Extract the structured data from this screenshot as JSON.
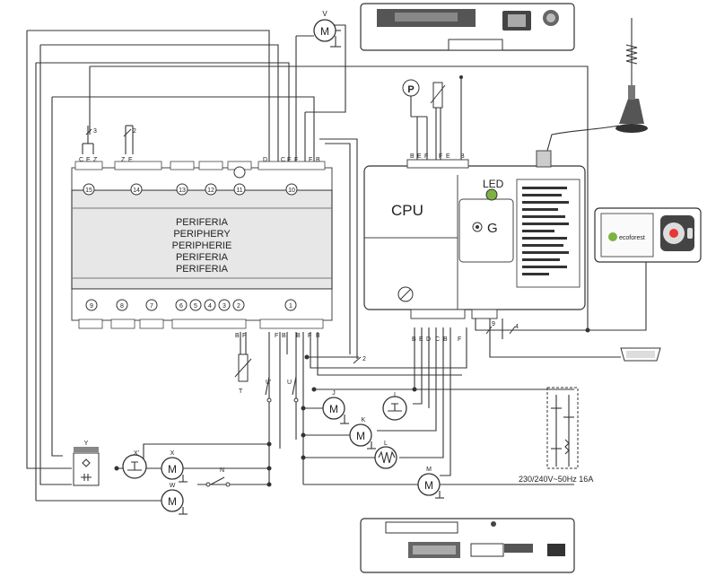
{
  "periphery_labels": [
    "PERIFERIA",
    "PERIPHERY",
    "PERIPHERIE",
    "PERIFERIA",
    "PERIFERIA"
  ],
  "top_connectors": [
    "15",
    "14",
    "13",
    "12",
    "11",
    "10"
  ],
  "bottom_connectors": [
    "9",
    "8",
    "7",
    "6",
    "5",
    "4",
    "3",
    "2",
    "1"
  ],
  "cpu": {
    "label": "CPU",
    "led": "LED",
    "g": "G"
  },
  "pump_label": "P",
  "display_brand": "ecoforest",
  "power_label": "230/240V~50Hz 16A",
  "component_letters": {
    "V": "V",
    "Vmotor": "M",
    "J": "J",
    "I": "I",
    "K": "K",
    "L": "L",
    "M": "M",
    "X": "X",
    "Xp": "X'",
    "W": "W",
    "Y": "Y",
    "N": "N",
    "T": "T",
    "U": "U",
    "Up": "U'",
    "motor": "M"
  },
  "wire_marks": {
    "three": "3",
    "two": "2",
    "two_b": "2",
    "nine": "9",
    "four": "4"
  },
  "terminal_letters": {
    "c15": [
      "C",
      "E",
      "Z"
    ],
    "c14": [
      "Z",
      "E"
    ],
    "c10": [
      "D",
      "C",
      "E",
      "F",
      "F",
      "B"
    ],
    "cpu_top": [
      "B",
      "E",
      "F",
      "F",
      "E",
      "B"
    ],
    "cpu_bottom": [
      "B",
      "E",
      "D",
      "C",
      "B",
      "F"
    ],
    "c2": [
      "B",
      "F"
    ],
    "c1": [
      "F",
      "B",
      "B",
      "F",
      "B"
    ]
  }
}
